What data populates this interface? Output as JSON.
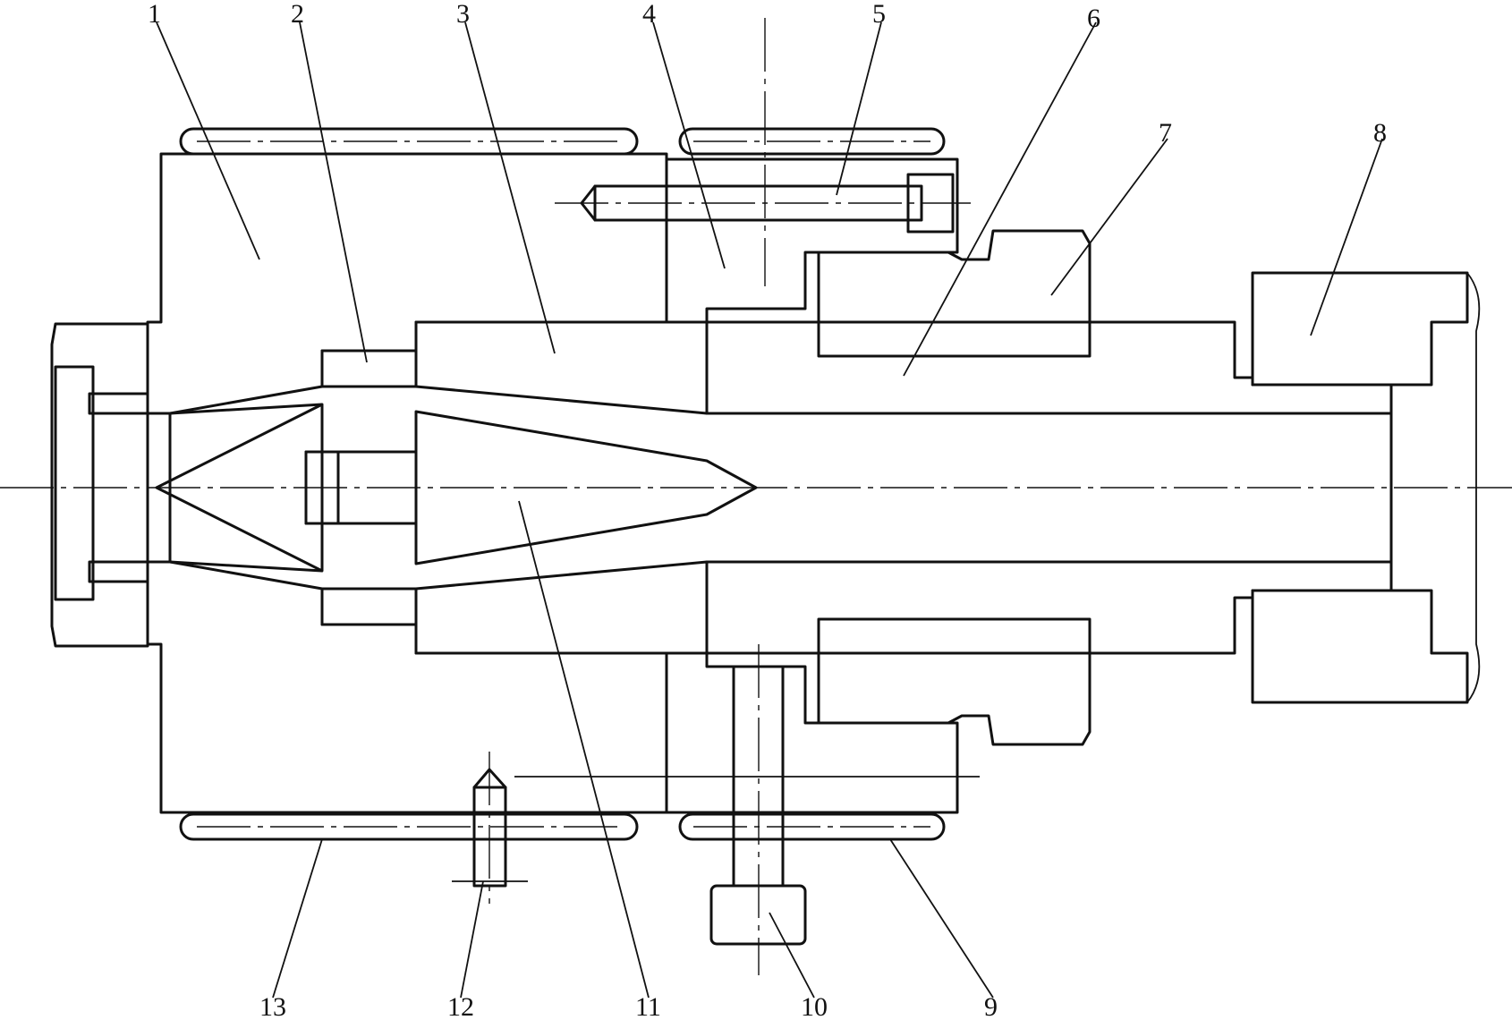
{
  "figure": {
    "part_labels": [
      "1",
      "2",
      "3",
      "4",
      "5",
      "6",
      "7",
      "8",
      "9",
      "10",
      "11",
      "12",
      "13"
    ]
  }
}
